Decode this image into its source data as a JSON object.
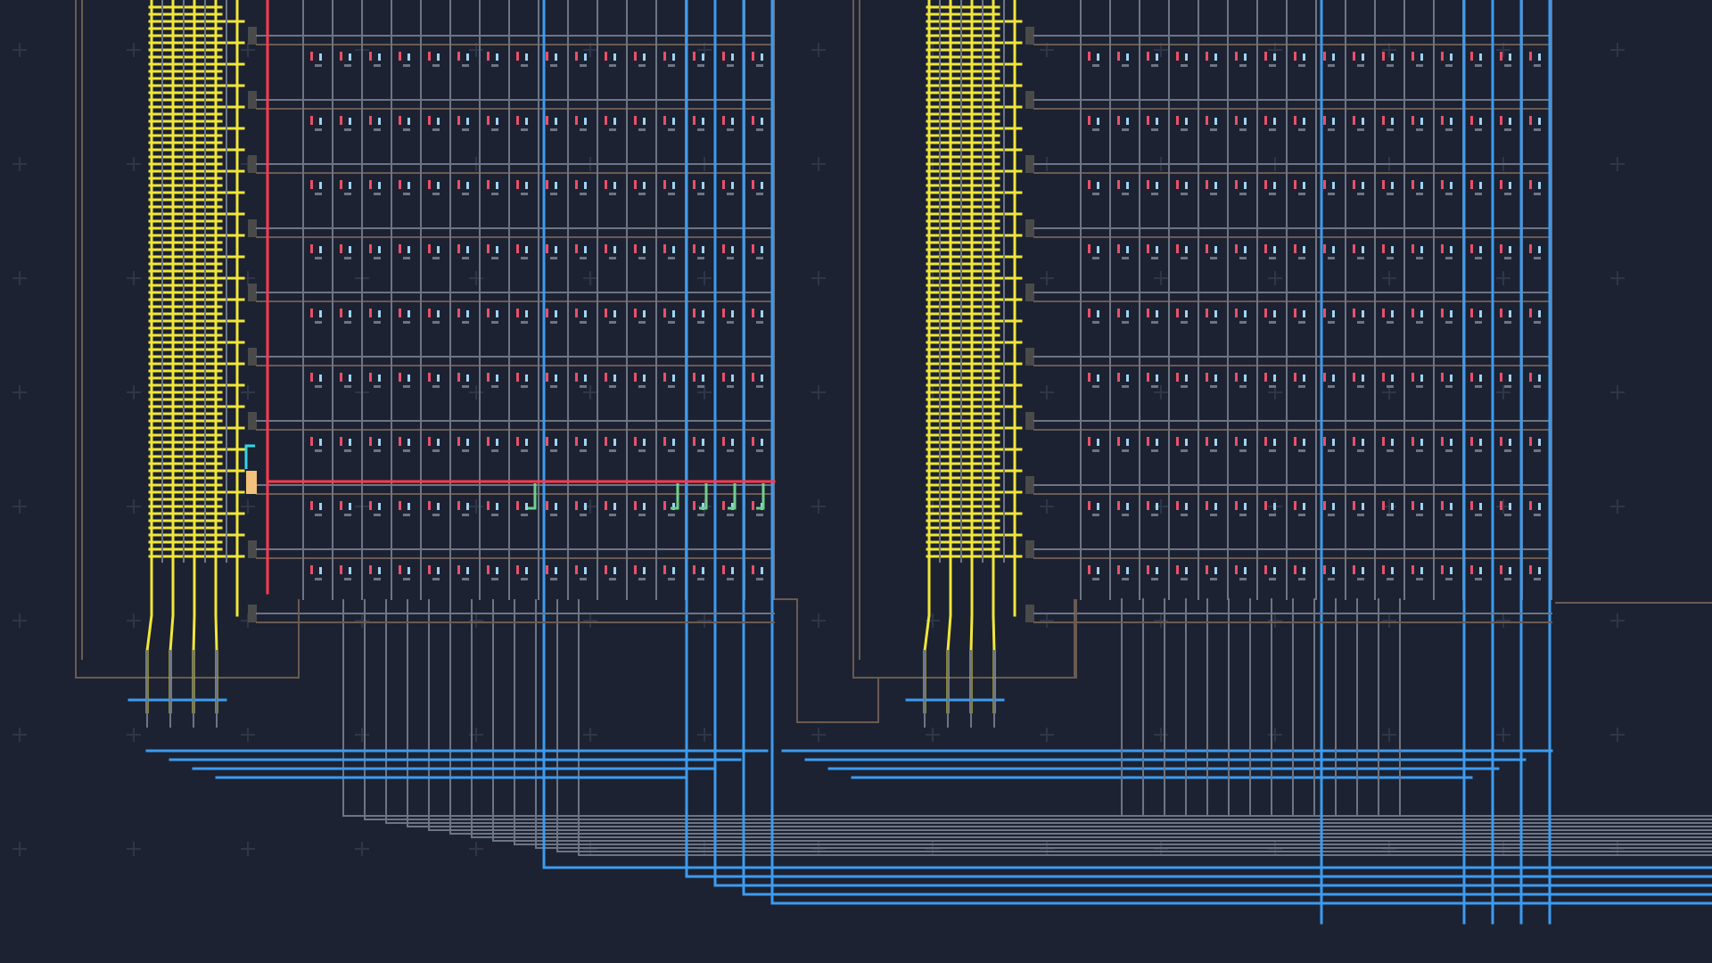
{
  "scene": {
    "name": "logic-circuit-editor",
    "colors": {
      "background": "#1c2231",
      "grid_cross": "#2e3649",
      "trace_gray": "#6d7585",
      "trace_brown": "#6b5a52",
      "trace_blue": "#3d9bf0",
      "trace_yellow": "#f0e63a",
      "trace_red": "#ff3b4e",
      "trace_cyan": "#35d3e8",
      "trace_green": "#6fd08b",
      "highlight_block": "#f2c27a",
      "node_red": "#e8506a",
      "node_lightblue": "#9fd4f2"
    },
    "modules": [
      {
        "name": "memory-block-left",
        "active_row_highlighted": true,
        "rows": 9,
        "columns": 16
      },
      {
        "name": "memory-block-right",
        "active_row_highlighted": false,
        "rows": 9,
        "columns": 16
      }
    ]
  }
}
